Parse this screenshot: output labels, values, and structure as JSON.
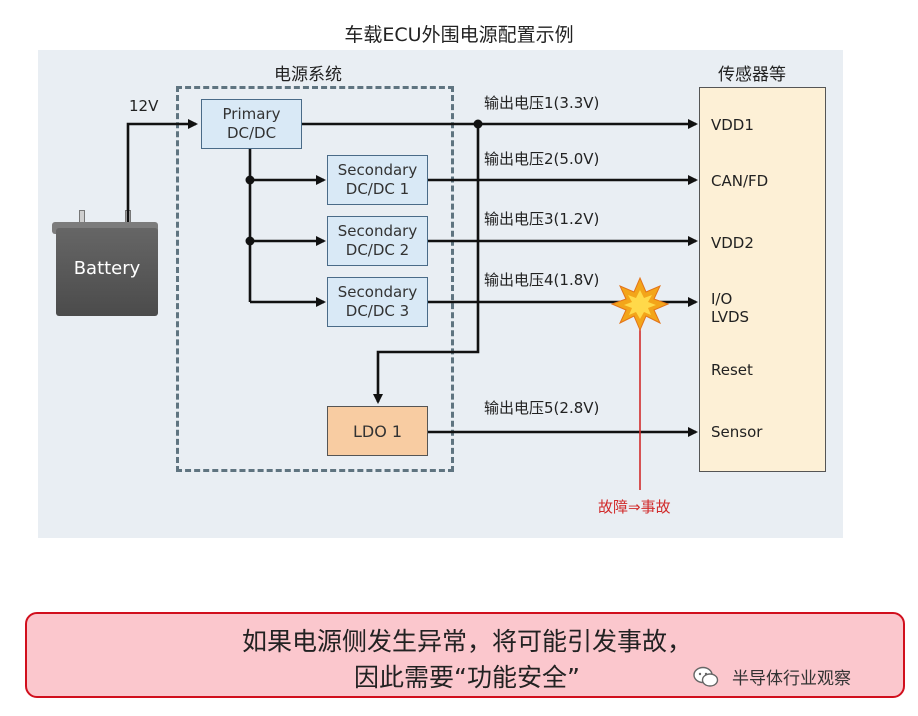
{
  "diagram": {
    "title": "车载ECU外围电源配置示例",
    "power_system_label": "电源系统",
    "sensors_label": "传感器等",
    "input_voltage": "12V",
    "battery_label": "Battery",
    "primary_label": "Primary\nDC/DC",
    "secondary": [
      {
        "label": "Secondary\nDC/DC 1"
      },
      {
        "label": "Secondary\nDC/DC 2"
      },
      {
        "label": "Secondary\nDC/DC 3"
      }
    ],
    "ldo_label": "LDO 1",
    "outputs": [
      {
        "label": "输出电压1(3.3V)"
      },
      {
        "label": "输出电压2(5.0V)"
      },
      {
        "label": "输出电压3(1.2V)"
      },
      {
        "label": "输出电压4(1.8V)"
      },
      {
        "label": "输出电压5(2.8V)"
      }
    ],
    "pins": [
      {
        "label": "VDD1"
      },
      {
        "label": "CAN/FD"
      },
      {
        "label": "VDD2"
      },
      {
        "label": "I/O\nLVDS"
      },
      {
        "label": "Reset"
      },
      {
        "label": "Sensor"
      }
    ],
    "fault_label": "故障⇒事故"
  },
  "warning": {
    "line1": "如果电源侧发生异常，将可能引发事故，",
    "line2": "因此需要“功能安全”"
  },
  "watermark": "半导体行业观察",
  "colors": {
    "panel_bg": "#e9eef3",
    "dcdc_fill": "#d9e9f6",
    "ldo_fill": "#f8cca2",
    "sensor_fill": "#fdf0d6",
    "fault_red": "#d12b2b",
    "warning_fill": "#fbc7cd",
    "warning_border": "#d10f1d"
  },
  "icons": [
    "battery-icon",
    "explosion-icon",
    "wechat-icon"
  ]
}
